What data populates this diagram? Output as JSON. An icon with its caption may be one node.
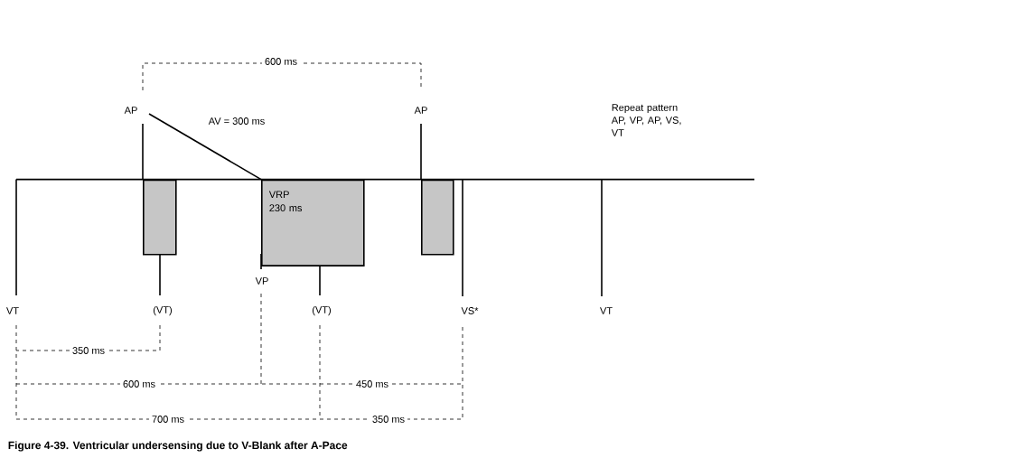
{
  "diagram": {
    "caption": "Figure 4-39. Ventricular undersensing due to V-Blank after A-Pace",
    "nodes": [
      {
        "text": [],
        "shape": "box"
      },
      {
        "text": [
          "VRP 230 ms"
        ]
      },
      {
        "text": [],
        "shape": "box"
      }
    ],
    "labels": [
      "600 ms",
      "AP",
      "AV = 300 ms",
      "AP",
      "Repeat pattern AP, VP, AP, VS, VT",
      "VP",
      "VT",
      "(VT)",
      "(VT)",
      "VS*",
      "VT",
      "350 ms",
      "600 ms",
      "450 ms",
      "700 ms",
      "350 ms"
    ]
  }
}
